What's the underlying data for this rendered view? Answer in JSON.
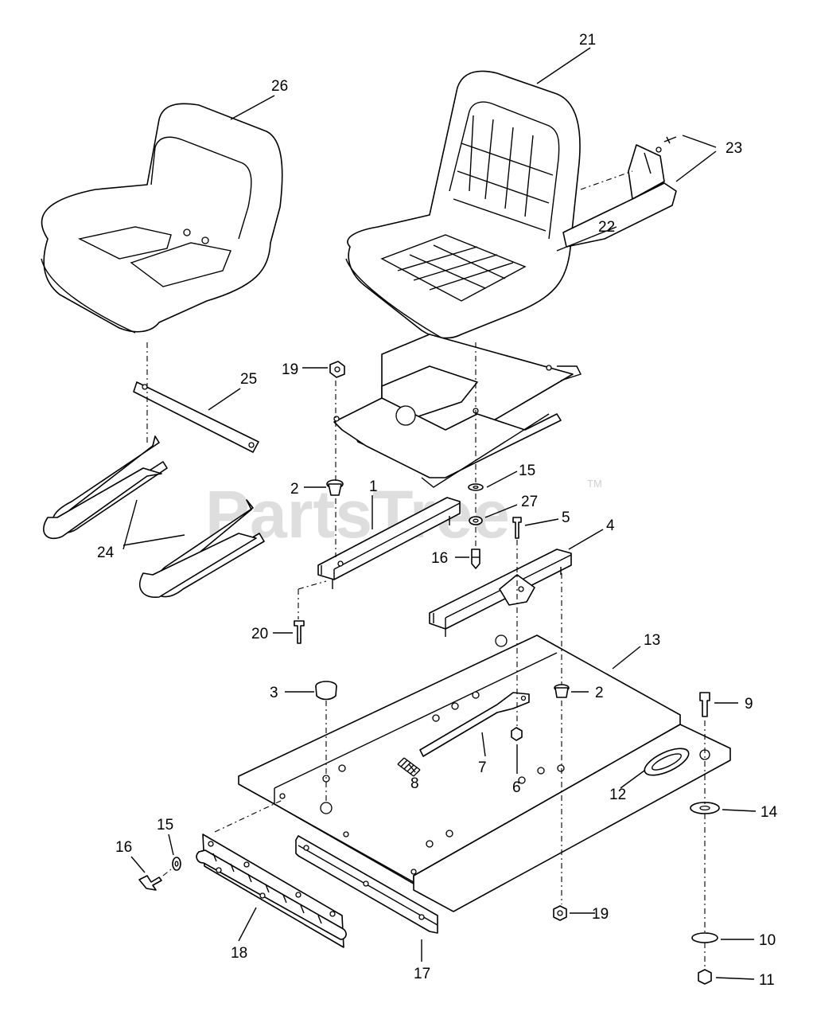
{
  "watermark": {
    "text": "PartsTree",
    "trademark": "TM"
  },
  "callouts": {
    "c1": "1",
    "c2a": "2",
    "c2b": "2",
    "c3": "3",
    "c4": "4",
    "c5": "5",
    "c6": "6",
    "c7": "7",
    "c8": "8",
    "c9": "9",
    "c10": "10",
    "c11": "11",
    "c12": "12",
    "c13": "13",
    "c14": "14",
    "c15a": "15",
    "c15b": "15",
    "c16a": "16",
    "c16b": "16",
    "c17": "17",
    "c18": "18",
    "c19a": "19",
    "c19b": "19",
    "c20": "20",
    "c21": "21",
    "c22": "22",
    "c23": "23",
    "c24": "24",
    "c25": "25",
    "c26": "26",
    "c27": "27"
  }
}
